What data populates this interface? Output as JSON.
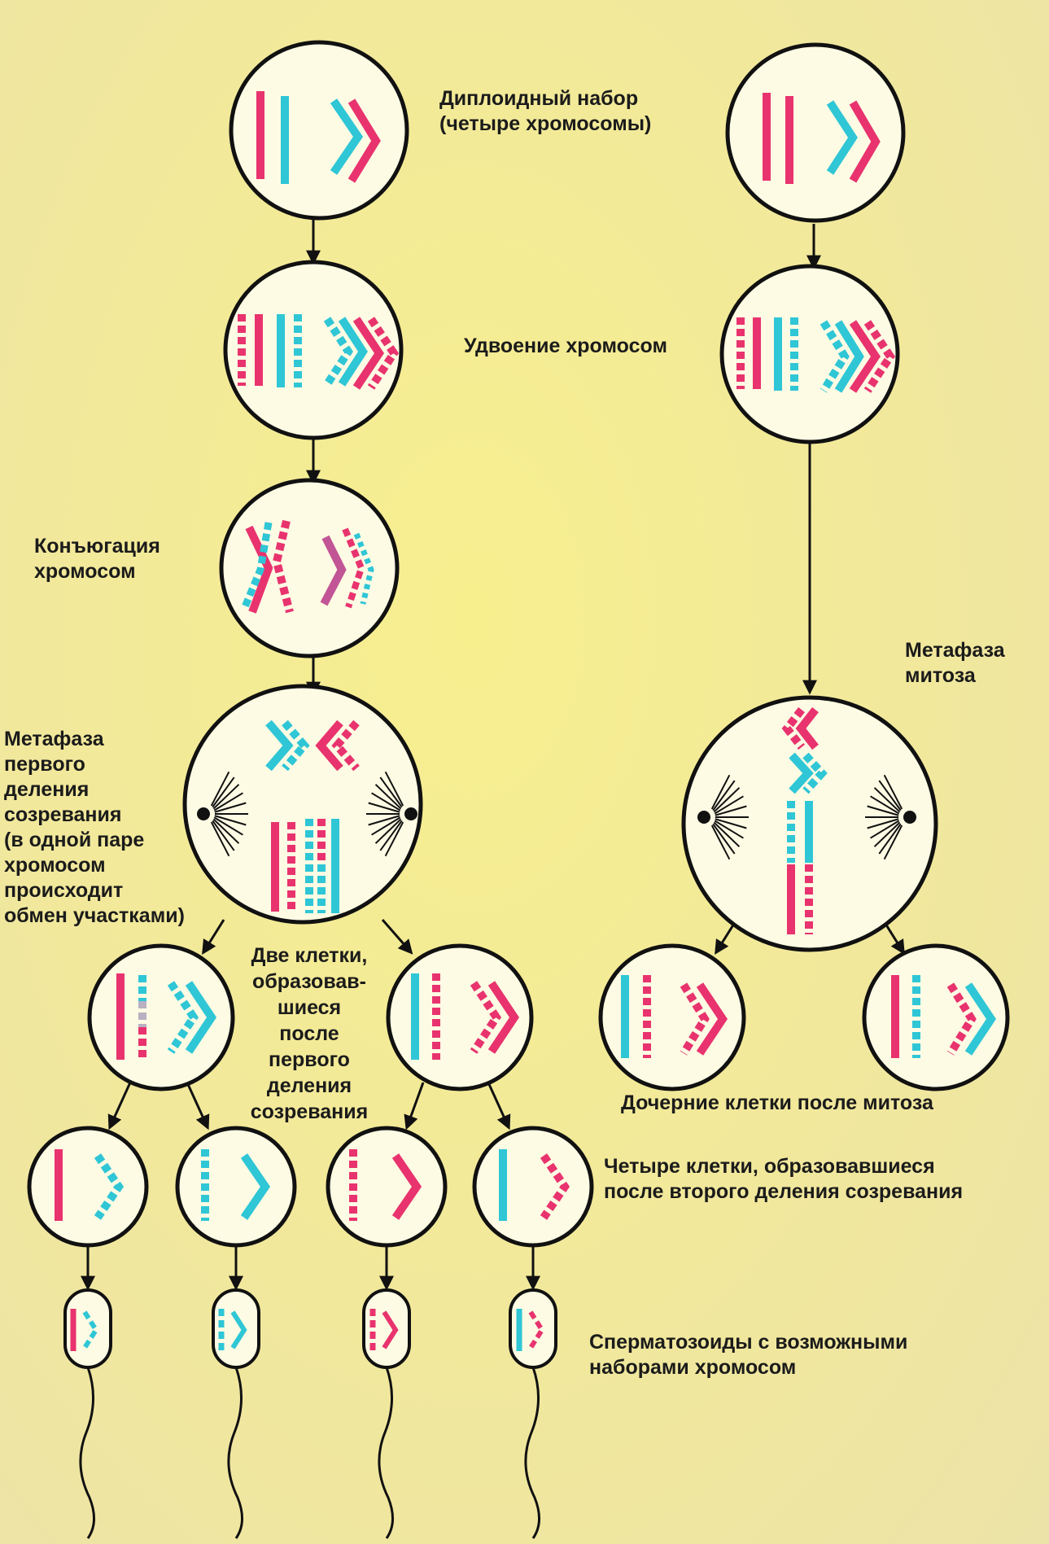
{
  "colors": {
    "background": "#f2ea9a",
    "cell_fill": "#fdfbe4",
    "outline": "#111111",
    "chromosome_red": "#e8336e",
    "chromosome_cyan": "#2fc6d6",
    "chromosome_violet": "#c25596",
    "crossover_gray": "#b9b0c2"
  },
  "icons": {
    "arrow": "arrow-down-icon",
    "chromosome_straight": "straight-chromosome-icon",
    "chromosome_bent": "bent-chromosome-icon",
    "centriole": "centriole-icon",
    "sperm": "sperm-cell-icon"
  },
  "labels": {
    "diploid": "Диплоидный набор\n(четыре хромосомы)",
    "duplication": "Удвоение  хромосом",
    "conjugation": "Конъюгация\nхромосом",
    "metaphase_meiosis": "Метафаза\nпервого\nделения\nсозревания\n(в одной паре\nхромосом\nпроисходит\nобмен участками)",
    "two_cells": "Две клетки,\nобразовав-\nшиеся\nпосле\nпервого\nделения\nсозревания",
    "metaphase_mitosis": "Метафаза\nмитоза",
    "daughter_cells": "Дочерние клетки после митоза",
    "four_cells": "Четыре клетки, образовавшиеся\nпосле второго деления созревания",
    "sperm": "Сперматозоиды с возможными\nнаборами хромосом"
  }
}
